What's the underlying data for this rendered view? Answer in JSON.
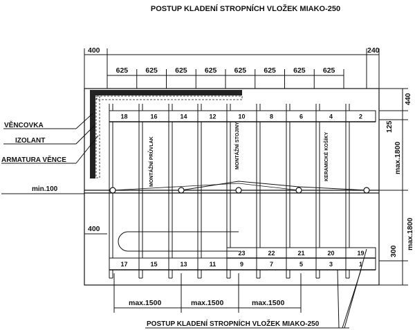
{
  "title": "POSTUP KLADENÍ STROPNÍCH VLOŽEK MIAKO-250",
  "bottom_caption": "POSTUP KLADENÍ STROPNÍCH VLOŽEK MIAKO-250",
  "labels": {
    "vencovka": "VĚNCOVKA",
    "izolant": "IZOLANT",
    "armatura": "ARMATURA VĚNCE",
    "min100": "min.100",
    "prumlak": "MONTÁŽNÍ PRŮVLAK",
    "stojiny": "MONTÁŽNÍ STOJINY",
    "kosiky": "KERAMICKÉ KOŠÍKY"
  },
  "dimensions": {
    "left_400_top": "400",
    "right_240": "240",
    "beam_spacing": [
      "625",
      "625",
      "625",
      "625",
      "625",
      "625",
      "625",
      "625"
    ],
    "right_440": "440",
    "right_125": "125",
    "right_max1800_a": "max.1800",
    "right_max1800_b": "max.1800",
    "right_300": "300",
    "left_400_mid": "400",
    "bottom_max1500": [
      "max.1500",
      "max.1500",
      "max.1500"
    ]
  },
  "blocks_top": [
    "18",
    "16",
    "14",
    "12",
    "10",
    "8",
    "6",
    "4",
    "2"
  ],
  "blocks_bottom": [
    "17",
    "15",
    "13",
    "11",
    "9",
    "7",
    "5",
    "3",
    "1"
  ],
  "blocks_mid": [
    "23",
    "22",
    "21",
    "20",
    "19"
  ]
}
